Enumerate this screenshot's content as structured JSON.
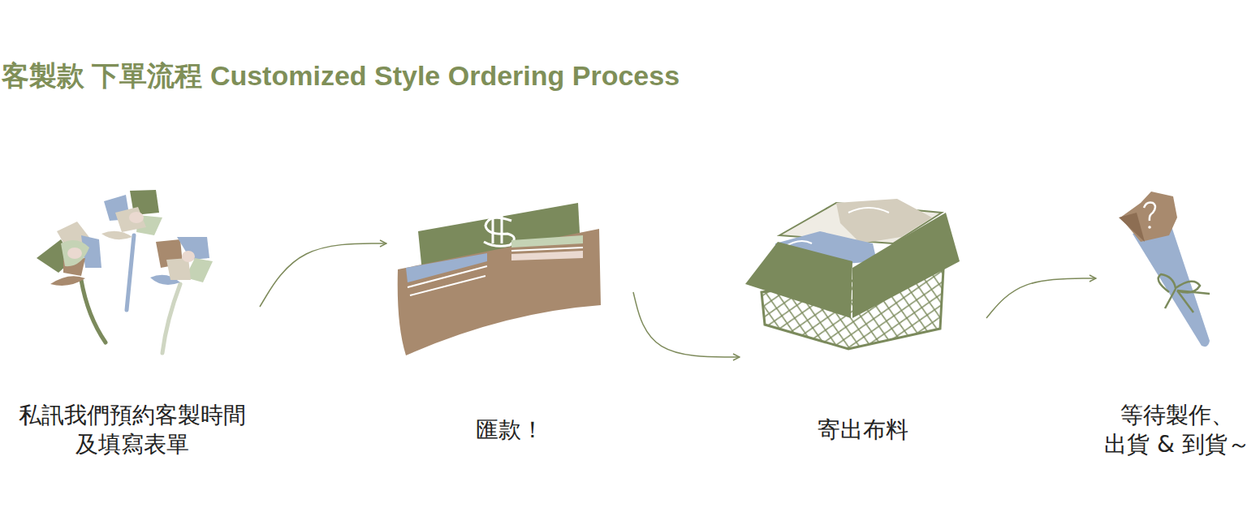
{
  "diagram": {
    "title": "客製款 下單流程 Customized Style Ordering Process",
    "nodes": [
      {
        "text": [
          "私訊我們預約客製時間 及填寫表單"
        ]
      },
      {
        "text": [
          "匯款！"
        ]
      },
      {
        "text": [
          "寄出布料"
        ]
      },
      {
        "text": [
          "等待製作、 出貨 & 到貨～"
        ]
      }
    ],
    "edges": [
      {
        "from": 0,
        "to": 1,
        "arrow": "to"
      },
      {
        "from": 1,
        "to": 2,
        "arrow": "to"
      },
      {
        "from": 2,
        "to": 3,
        "arrow": "to"
      }
    ]
  }
}
